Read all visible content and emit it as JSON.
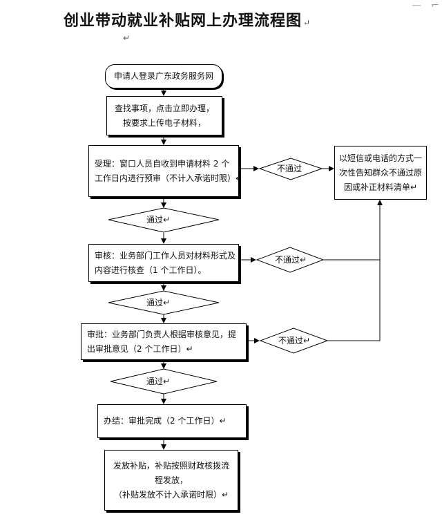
{
  "title": "创业带动就业补贴网上办理流程图",
  "para_mark": "↵",
  "corner_marks": [
    "—",
    "⌐"
  ],
  "nodes": {
    "start": "申请人登录广东政务服务网",
    "search": [
      "查找事项，点击立即办理，",
      "按要求上传电子材料，"
    ],
    "accept": [
      "受理：窗口人员自收到申请材料 2 个",
      "工作日内进行预审（不计入承诺时限）↵"
    ],
    "review": [
      "审核：业务部门工作人员对材料形式及",
      "内容进行核查（1 个工作日）。"
    ],
    "approve": [
      "审批：业务部门负责人根据审核意见，提",
      "出审批意见（2 个工作日）↵"
    ],
    "done": "办结：审批完成（2 个工作日）↵",
    "pay": [
      "发放补贴，补贴按照财政核拨流",
      "程发放，",
      "（补贴发放不计入承诺时限）↵"
    ],
    "notify": [
      "以短信或电话的方式一",
      "次性告知群众不通过原",
      "因或补正材料清单↵"
    ]
  },
  "decisions": {
    "pass1": "通过↵",
    "pass2": "通过↵",
    "pass3": "通过↵",
    "fail1": "不通过",
    "fail2": "不通过↵",
    "fail3": "不通过↵"
  }
}
